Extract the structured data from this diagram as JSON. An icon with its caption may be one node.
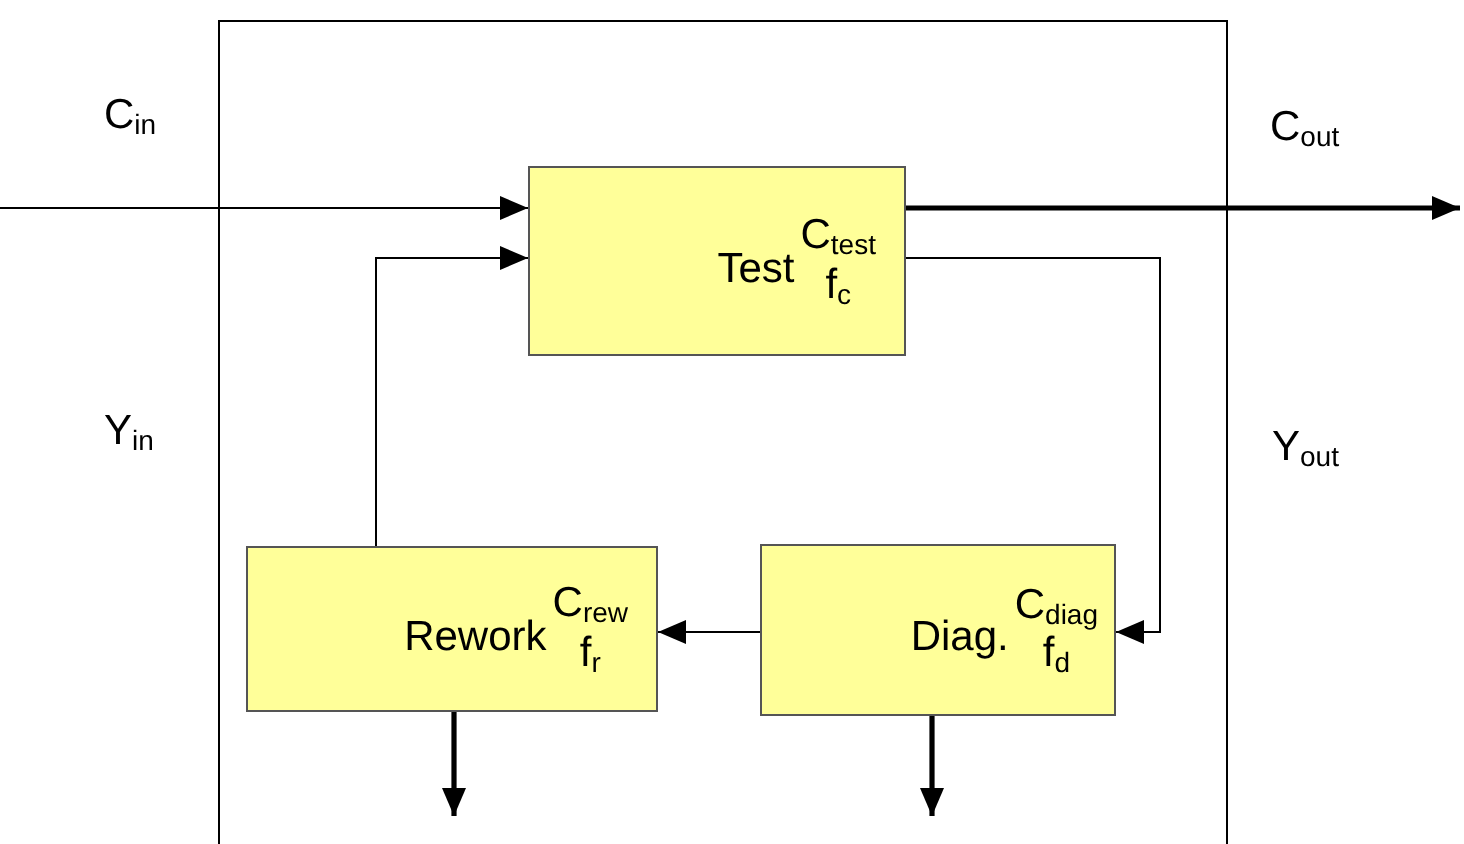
{
  "diagram": {
    "nodes": [
      {
        "text": [],
        "shape": "box"
      },
      {
        "text": [
          "Test",
          "C$_{test}$",
          "f$_{c}$"
        ],
        "in": 0
      },
      {
        "text": [
          "Rework",
          "C$_{rew}$",
          "f$_{r}$"
        ],
        "in": 0
      },
      {
        "text": [
          "Diag.",
          "C$_{diag}$",
          "f$_{d}$"
        ],
        "in": 0
      }
    ],
    "edges": [
      {
        "from": null,
        "to": 1,
        "arrow": "to"
      },
      {
        "from": 1,
        "to": null,
        "arrow": "to",
        "style": "thick"
      },
      {
        "from": 1,
        "to": 3,
        "arrow": "to"
      },
      {
        "from": 3,
        "to": 2,
        "arrow": "to"
      },
      {
        "from": 2,
        "to": 1,
        "arrow": "to"
      },
      {
        "from": 2,
        "to": null,
        "arrow": "to",
        "style": "thick"
      },
      {
        "from": 3,
        "to": null,
        "arrow": "to",
        "style": "thick"
      }
    ],
    "labels": [
      "C$_{in}$",
      "C$_{out}$",
      "Y$_{in}$",
      "Y$_{out}$"
    ]
  }
}
